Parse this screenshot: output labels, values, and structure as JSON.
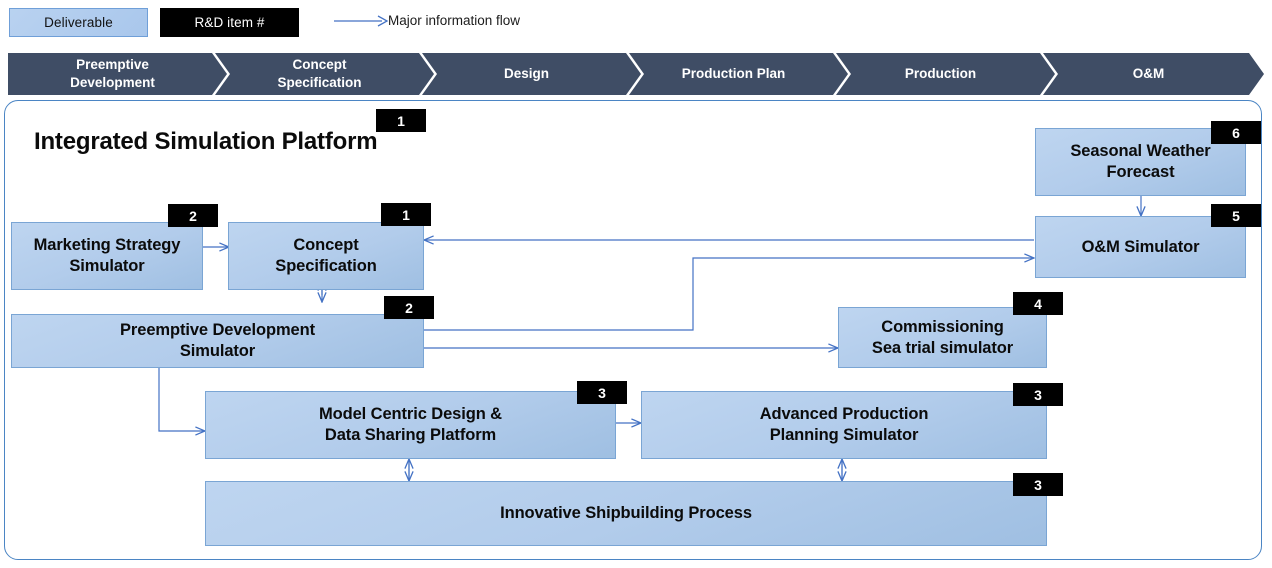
{
  "legend": {
    "deliverable_label": "Deliverable",
    "rnd_label": "R&D item #",
    "flow_label": "Major information flow",
    "deliverable_fill": "#b2cceb",
    "deliverable_border": "#6f9fd8",
    "rnd_fill": "#000000",
    "flow_color": "#4472c4"
  },
  "phases": [
    {
      "label_line1": "Preemptive",
      "label_line2": "Development"
    },
    {
      "label_line1": "Concept",
      "label_line2": "Specification"
    },
    {
      "label_line1": "Design",
      "label_line2": ""
    },
    {
      "label_line1": "Production Plan",
      "label_line2": ""
    },
    {
      "label_line1": "Production",
      "label_line2": ""
    },
    {
      "label_line1": "O&M",
      "label_line2": ""
    }
  ],
  "phase_fill": "#3f4d65",
  "platform": {
    "title": "Integrated Simulation Platform",
    "title_badge": "1",
    "border_color": "#4b85c4"
  },
  "nodes": [
    {
      "name": "marketing-strategy-simulator",
      "label_line1": "Marketing Strategy",
      "label_line2": "Simulator",
      "badge": "2"
    },
    {
      "name": "concept-specification",
      "label_line1": "Concept",
      "label_line2": "Specification",
      "badge": "1"
    },
    {
      "name": "preemptive-development-simulator",
      "label_line1": "Preemptive Development",
      "label_line2": "Simulator",
      "badge": "2"
    },
    {
      "name": "seasonal-weather-forecast",
      "label_line1": "Seasonal Weather",
      "label_line2": "Forecast",
      "badge": "6"
    },
    {
      "name": "om-simulator",
      "label_line1": "O&M Simulator",
      "label_line2": "",
      "badge": "5"
    },
    {
      "name": "commissioning-sea-trial-simulator",
      "label_line1": "Commissioning",
      "label_line2": "Sea trial simulator",
      "badge": "4"
    },
    {
      "name": "model-centric-design-data-sharing-platform",
      "label_line1": "Model Centric Design &",
      "label_line2": "Data Sharing Platform",
      "badge": "3"
    },
    {
      "name": "advanced-production-planning-simulator",
      "label_line1": "Advanced Production",
      "label_line2": "Planning Simulator",
      "badge": "3"
    },
    {
      "name": "innovative-shipbuilding-process",
      "label_line1": "Innovative Shipbuilding Process",
      "label_line2": "",
      "badge": "3"
    }
  ],
  "node_fill_light": "#bed5f0",
  "node_fill_dark": "#9fbfe2",
  "node_border": "#7aa5d4",
  "connector_color": "#4472c4"
}
